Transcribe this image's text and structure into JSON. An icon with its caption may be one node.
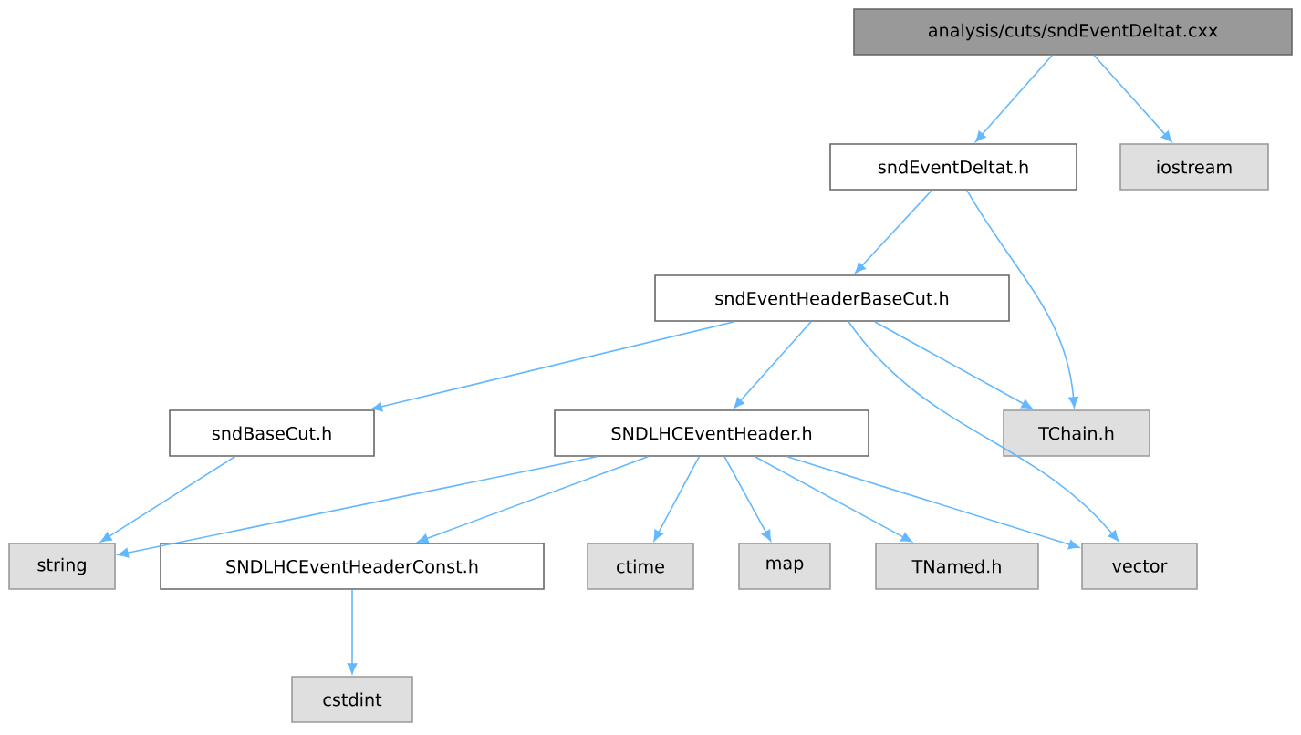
{
  "diagram": {
    "nodes": [
      {
        "text": [
          "analysis/cuts/sndEventDeltat.cxx"
        ]
      },
      {
        "text": [
          "sndEventDeltat.h"
        ]
      },
      {
        "text": [
          "iostream"
        ]
      },
      {
        "text": [
          "sndEventHeaderBaseCut.h"
        ]
      },
      {
        "text": [
          "sndBaseCut.h"
        ]
      },
      {
        "text": [
          "SNDLHCEventHeader.h"
        ]
      },
      {
        "text": [
          "TChain.h"
        ]
      },
      {
        "text": [
          "string"
        ]
      },
      {
        "text": [
          "SNDLHCEventHeaderConst.h"
        ]
      },
      {
        "text": [
          "ctime"
        ]
      },
      {
        "text": [
          "map"
        ]
      },
      {
        "text": [
          "TNamed.h"
        ]
      },
      {
        "text": [
          "vector"
        ]
      },
      {
        "text": [
          "cstdint"
        ]
      }
    ],
    "edges": [
      {
        "from": 0,
        "to": 1,
        "arrow": "to"
      },
      {
        "from": 0,
        "to": 2,
        "arrow": "to"
      },
      {
        "from": 1,
        "to": 3,
        "arrow": "to"
      },
      {
        "from": 1,
        "to": 6,
        "arrow": "to"
      },
      {
        "from": 3,
        "to": 4,
        "arrow": "to"
      },
      {
        "from": 3,
        "to": 5,
        "arrow": "to"
      },
      {
        "from": 3,
        "to": 6,
        "arrow": "to"
      },
      {
        "from": 3,
        "to": 12,
        "arrow": "to"
      },
      {
        "from": 4,
        "to": 7,
        "arrow": "to"
      },
      {
        "from": 5,
        "to": 7,
        "arrow": "to"
      },
      {
        "from": 5,
        "to": 8,
        "arrow": "to"
      },
      {
        "from": 5,
        "to": 9,
        "arrow": "to"
      },
      {
        "from": 5,
        "to": 10,
        "arrow": "to"
      },
      {
        "from": 5,
        "to": 11,
        "arrow": "to"
      },
      {
        "from": 5,
        "to": 12,
        "arrow": "to"
      },
      {
        "from": 8,
        "to": 13,
        "arrow": "to"
      }
    ]
  }
}
